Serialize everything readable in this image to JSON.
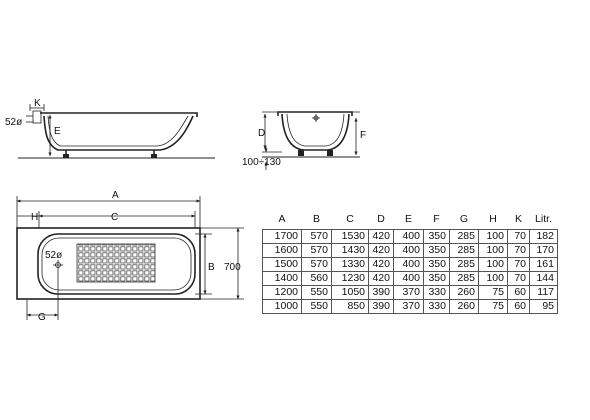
{
  "labels": {
    "side_k": "K",
    "side_52": "52ø",
    "side_e": "E",
    "end_d": "D",
    "end_f": "F",
    "end_100": "100÷130",
    "top_a": "A",
    "top_h": "H",
    "top_c": "C",
    "top_b": "B",
    "top_700": "700",
    "top_52": "52ø",
    "top_g": "G"
  },
  "table": {
    "headers": [
      "A",
      "B",
      "C",
      "D",
      "E",
      "F",
      "G",
      "H",
      "K",
      "Litr."
    ],
    "rows": [
      [
        "1700",
        "570",
        "1530",
        "420",
        "400",
        "350",
        "285",
        "100",
        "70",
        "182"
      ],
      [
        "1600",
        "570",
        "1430",
        "420",
        "400",
        "350",
        "285",
        "100",
        "70",
        "170"
      ],
      [
        "1500",
        "570",
        "1330",
        "420",
        "400",
        "350",
        "285",
        "100",
        "70",
        "161"
      ],
      [
        "1400",
        "560",
        "1230",
        "420",
        "400",
        "350",
        "285",
        "100",
        "70",
        "144"
      ],
      [
        "1200",
        "550",
        "1050",
        "390",
        "370",
        "330",
        "260",
        "75",
        "60",
        "117"
      ],
      [
        "1000",
        "550",
        "850",
        "390",
        "370",
        "330",
        "260",
        "75",
        "60",
        "95"
      ]
    ]
  }
}
